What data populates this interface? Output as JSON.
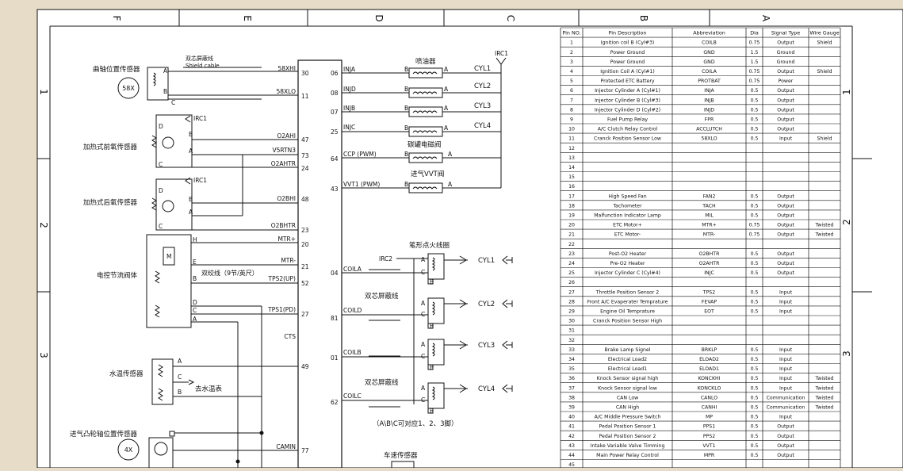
{
  "border": {
    "top_letters": [
      "F",
      "E",
      "D",
      "C",
      "B",
      "A"
    ],
    "side_numbers": [
      "1",
      "2",
      "3"
    ]
  },
  "ecu_pins_left": [
    {
      "pin": "30",
      "signal": "58XHI"
    },
    {
      "pin": "11",
      "signal": "58XLO"
    },
    {
      "pin": "47",
      "signal": "O2AHI"
    },
    {
      "pin": "73",
      "signal": "V5RTN3"
    },
    {
      "pin": "24",
      "signal": "O2AHTR"
    },
    {
      "pin": "48",
      "signal": "O2BHI"
    },
    {
      "pin": "23",
      "signal": "O2BHTR"
    },
    {
      "pin": "20",
      "signal": "MTR+"
    },
    {
      "pin": "21",
      "signal": "MTR-"
    },
    {
      "pin": "52",
      "signal": "TPS2(UP)"
    },
    {
      "pin": "27",
      "signal": "TPS1(PD)"
    },
    {
      "pin": "",
      "signal": "CTS"
    },
    {
      "pin": "49",
      "signal": ""
    },
    {
      "pin": "77",
      "signal": "CAMIN"
    }
  ],
  "ecu_pins_right": [
    {
      "pin": "06",
      "signal": "INJA"
    },
    {
      "pin": "08",
      "signal": "INJD"
    },
    {
      "pin": "07",
      "signal": "INJB"
    },
    {
      "pin": "25",
      "signal": "INJC"
    },
    {
      "pin": "64",
      "signal": "CCP (PWM)"
    },
    {
      "pin": "43",
      "signal": "VVT1 (PWM)"
    },
    {
      "pin": "04",
      "signal": "COILA"
    },
    {
      "pin": "81",
      "signal": "COILD"
    },
    {
      "pin": "01",
      "signal": "COILB"
    },
    {
      "pin": "62",
      "signal": "COILC"
    }
  ],
  "components": {
    "crank_sensor": "曲轴位置传感器",
    "crank_badge": "58X",
    "shield_cable_cn": "双芯屏蔽线",
    "shield_cable_en": "Shield cable",
    "front_o2": "加热式前氧传感器",
    "rear_o2": "加热式后氧传感器",
    "throttle": "电控节流阀体",
    "twisted_pair": "双绞线（9节/英尺）",
    "water_temp": "水温传感器",
    "to_gauge": "去水温表",
    "cam_sensor": "进气凸轮轴位置传感器",
    "cam_badge": "4X",
    "injector": "喷油器",
    "canister_valve": "碳罐电磁阀",
    "vvt_valve": "进气VVT阀",
    "coil_pack": "笔形点火线圈",
    "double_shield": "双芯屏蔽线",
    "abc_note": "（A\\B\\C可对应1、2、3脚）",
    "speed_sensor": "车速传感器",
    "irc1": "IRC1",
    "irc2": "IRC2",
    "cyl": [
      "CYL1",
      "CYL2",
      "CYL3",
      "CYL4"
    ]
  },
  "pin_table": {
    "headers": [
      "Pin NO.",
      "Pin Description",
      "Abbreviation",
      "Dia",
      "Signal Type",
      "Wire Gauge"
    ],
    "rows": [
      [
        "1",
        "Ignition coil B (Cyl#3)",
        "COILB",
        "0.75",
        "Output",
        "Shield"
      ],
      [
        "2",
        "Power Ground",
        "GND",
        "1.5",
        "Ground",
        ""
      ],
      [
        "3",
        "Power Ground",
        "GND",
        "1.5",
        "Ground",
        ""
      ],
      [
        "4",
        "Ignition Coil A (Cyl#1)",
        "COILA",
        "0.75",
        "Output",
        "Shield"
      ],
      [
        "5",
        "Protected ETC Battery",
        "PROTBAT",
        "0.75",
        "Power",
        ""
      ],
      [
        "6",
        "Injector Cylinder A (Cyl#1)",
        "INJA",
        "0.5",
        "Output",
        ""
      ],
      [
        "7",
        "Injector Cylinder B (Cyl#3)",
        "INJB",
        "0.5",
        "Output",
        ""
      ],
      [
        "8",
        "Injector Cylinder D (Cyl#2)",
        "INJD",
        "0.5",
        "Output",
        ""
      ],
      [
        "9",
        "Fuel Pump Relay",
        "FPR",
        "0.5",
        "Output",
        ""
      ],
      [
        "10",
        "A/C Clutch Relay Control",
        "ACCLUTCH",
        "0.5",
        "Output",
        ""
      ],
      [
        "11",
        "Cranck Position Sensor Low",
        "58XLO",
        "0.5",
        "Input",
        "Shield"
      ],
      [
        "12",
        "",
        "",
        "",
        "",
        ""
      ],
      [
        "13",
        "",
        "",
        "",
        "",
        ""
      ],
      [
        "14",
        "",
        "",
        "",
        "",
        ""
      ],
      [
        "15",
        "",
        "",
        "",
        "",
        ""
      ],
      [
        "16",
        "",
        "",
        "",
        "",
        ""
      ],
      [
        "17",
        "High Speed Fan",
        "FAN2",
        "0.5",
        "Output",
        ""
      ],
      [
        "18",
        "Tachometer",
        "TACH",
        "0.5",
        "Output",
        ""
      ],
      [
        "19",
        "Malfunction Indicator Lamp",
        "MIL",
        "0.5",
        "Output",
        ""
      ],
      [
        "20",
        "ETC Motor+",
        "MTR+",
        "0.75",
        "Output",
        "Twisted"
      ],
      [
        "21",
        "ETC Motor-",
        "MTR-",
        "0.75",
        "Output",
        "Twisted"
      ],
      [
        "22",
        "",
        "",
        "",
        "",
        ""
      ],
      [
        "23",
        "Post-O2 Heater",
        "O2BHTR",
        "0.5",
        "Output",
        ""
      ],
      [
        "24",
        "Pre-O2 Heater",
        "O2AHTR",
        "0.5",
        "Output",
        ""
      ],
      [
        "25",
        "Injector Cylinder C (Cyl#4)",
        "INJC",
        "0.5",
        "Output",
        ""
      ],
      [
        "26",
        "",
        "",
        "",
        "",
        ""
      ],
      [
        "27",
        "Throttle Position Sensor 2",
        "TPS2",
        "0.5",
        "Input",
        ""
      ],
      [
        "28",
        "Front A/C Evaperater Temprature",
        "FEVAP",
        "0.5",
        "Input",
        ""
      ],
      [
        "29",
        "Engine Oil Temprature",
        "EOT",
        "0.5",
        "Input",
        ""
      ],
      [
        "30",
        "Cranck Position Sensor High",
        "",
        "",
        "",
        ""
      ],
      [
        "31",
        "",
        "",
        "",
        "",
        ""
      ],
      [
        "32",
        "",
        "",
        "",
        "",
        ""
      ],
      [
        "33",
        "Brake Lamp Signel",
        "BRKLP",
        "0.5",
        "Input",
        ""
      ],
      [
        "34",
        "Electrical Load2",
        "ELOAD2",
        "0.5",
        "Input",
        ""
      ],
      [
        "35",
        "Electrical Load1",
        "ELOAD1",
        "0.5",
        "Input",
        ""
      ],
      [
        "36",
        "Knock Sensor signal high",
        "KONCKHI",
        "0.5",
        "Input",
        "Twisted"
      ],
      [
        "37",
        "Knock Sensor signal low",
        "KONCKLO",
        "0.5",
        "Input",
        "Twisted"
      ],
      [
        "38",
        "CAN Low",
        "CANLO",
        "0.5",
        "Communication",
        "Twisted"
      ],
      [
        "39",
        "CAN High",
        "CANHI",
        "0.5",
        "Communication",
        "Twisted"
      ],
      [
        "40",
        "A/C Middle Pressure Switch",
        "MP",
        "0.5",
        "Input",
        ""
      ],
      [
        "41",
        "Pedal Position Sensor 1",
        "PPS1",
        "0.5",
        "Output",
        ""
      ],
      [
        "42",
        "Pedal Position Sensor 2",
        "PPS2",
        "0.5",
        "Output",
        ""
      ],
      [
        "43",
        "Intake Variable Valve Timming",
        "VVT1",
        "0.5",
        "Output",
        ""
      ],
      [
        "44",
        "Main Power Relay Control",
        "MPR",
        "0.5",
        "Output",
        ""
      ],
      [
        "45",
        "",
        "",
        "",
        "",
        ""
      ]
    ]
  }
}
